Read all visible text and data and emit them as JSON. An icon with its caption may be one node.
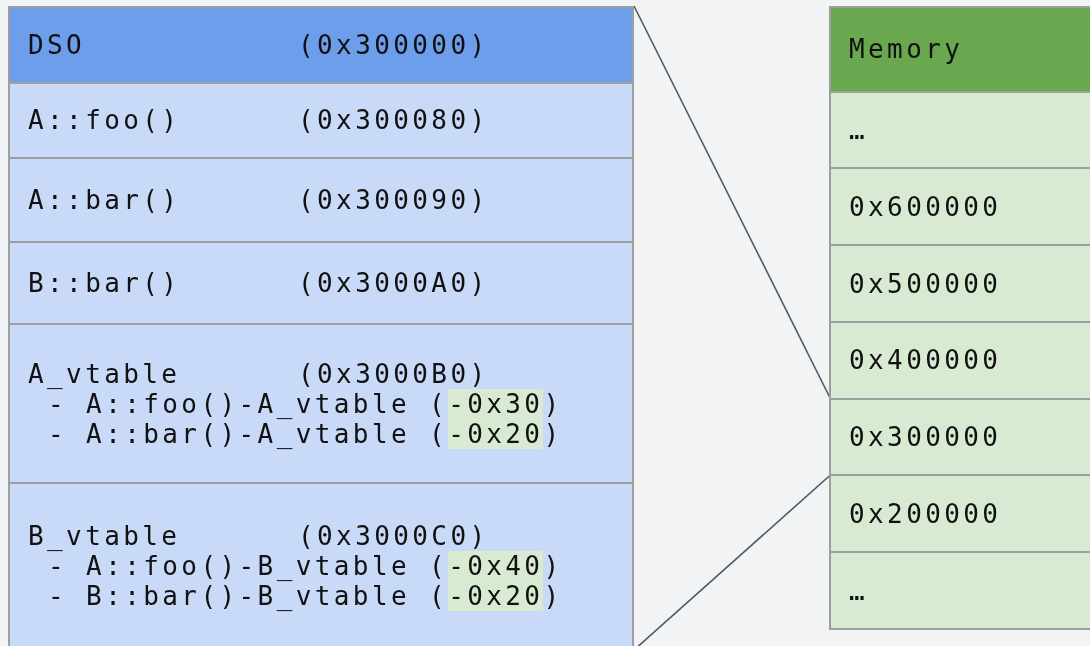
{
  "diagram": {
    "nodes": [
      {
        "text": [],
        "shape": "box"
      },
      {
        "text": [
          "DSO",
          "(0x300000)"
        ],
        "in": 0
      },
      {
        "text": [
          "A::foo()",
          "(0x300080)"
        ],
        "in": 0
      },
      {
        "text": [
          "A::bar()",
          "(0x300090)"
        ],
        "in": 0
      },
      {
        "text": [
          "B::bar()",
          "(0x3000A0)"
        ],
        "in": 0
      },
      {
        "text": [
          "A_vtable",
          "(0x3000B0)",
          "- A::foo()-A_vtable (-0x30)",
          "- A::bar()-A_vtable (-0x20)"
        ],
        "in": 0
      },
      {
        "text": [
          "B_vtable",
          "(0x3000C0)",
          "- A::foo()-B_vtable (-0x40)",
          "- B::bar()-B_vtable (-0x20)"
        ],
        "in": 0
      },
      {
        "text": [],
        "shape": "box"
      },
      {
        "text": [
          "Memory"
        ],
        "in": 7
      },
      {
        "text": [
          "…"
        ],
        "in": 7
      },
      {
        "text": [
          "0x600000"
        ],
        "in": 7
      },
      {
        "text": [
          "0x500000"
        ],
        "in": 7
      },
      {
        "text": [
          "0x400000"
        ],
        "in": 7
      },
      {
        "text": [
          "0x300000"
        ],
        "in": 7
      },
      {
        "text": [
          "0x200000"
        ],
        "in": 7
      },
      {
        "text": [
          "…"
        ],
        "in": 7
      }
    ],
    "edges": [
      {
        "from": 0,
        "to": 13,
        "arrow": "none"
      },
      {
        "from": 0,
        "to": 13,
        "arrow": "none"
      }
    ]
  }
}
